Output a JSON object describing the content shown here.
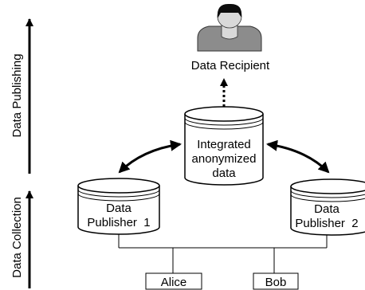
{
  "side_labels": {
    "publishing": "Data Publishing",
    "collection": "Data Collection"
  },
  "recipient": {
    "label": "Data Recipient",
    "icon": "person-silhouette-icon"
  },
  "integrated_db": {
    "lines": [
      "Integrated",
      "anonymized",
      "data"
    ]
  },
  "publisher1": {
    "lines": [
      "Data",
      "Publisher  1"
    ]
  },
  "publisher2": {
    "lines": [
      "Data",
      "Publisher  2"
    ]
  },
  "individuals": {
    "alice": "Alice",
    "bob": "Bob"
  },
  "colors": {
    "stroke": "#000000",
    "db_fill": "#ffffff",
    "person_body": "#8c8c8c",
    "person_head": "#0d0d0d",
    "person_face": "#d9d9d9"
  }
}
